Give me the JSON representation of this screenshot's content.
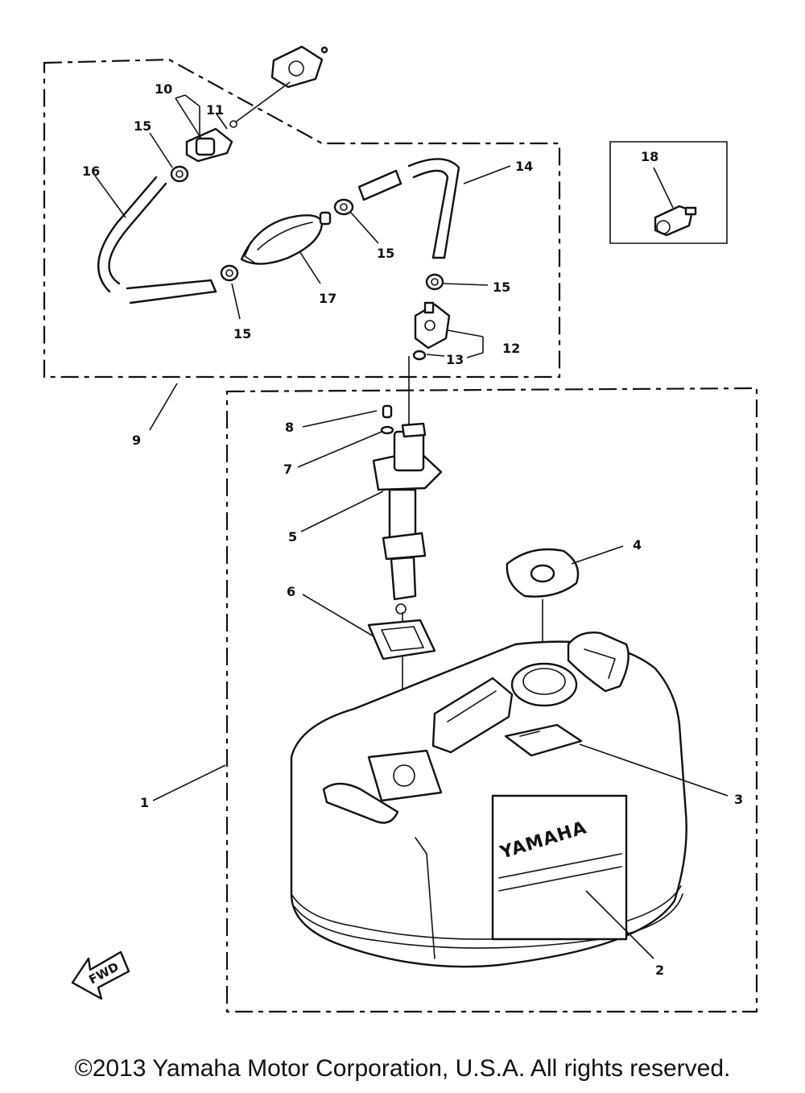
{
  "callouts": {
    "p1": "1",
    "p2": "2",
    "p3": "3",
    "p4": "4",
    "p5": "5",
    "p6": "6",
    "p7": "7",
    "p8": "8",
    "p9": "9",
    "p10": "10",
    "p11": "11",
    "p12": "12",
    "p13": "13",
    "p14": "14",
    "p15": "15",
    "p16": "16",
    "p17": "17",
    "p18": "18"
  },
  "labels": {
    "tank_brand": "YAMAHA",
    "fwd_arrow": "FWD"
  },
  "copyright": "©2013 Yamaha Motor Corporation, U.S.A. All rights reserved."
}
